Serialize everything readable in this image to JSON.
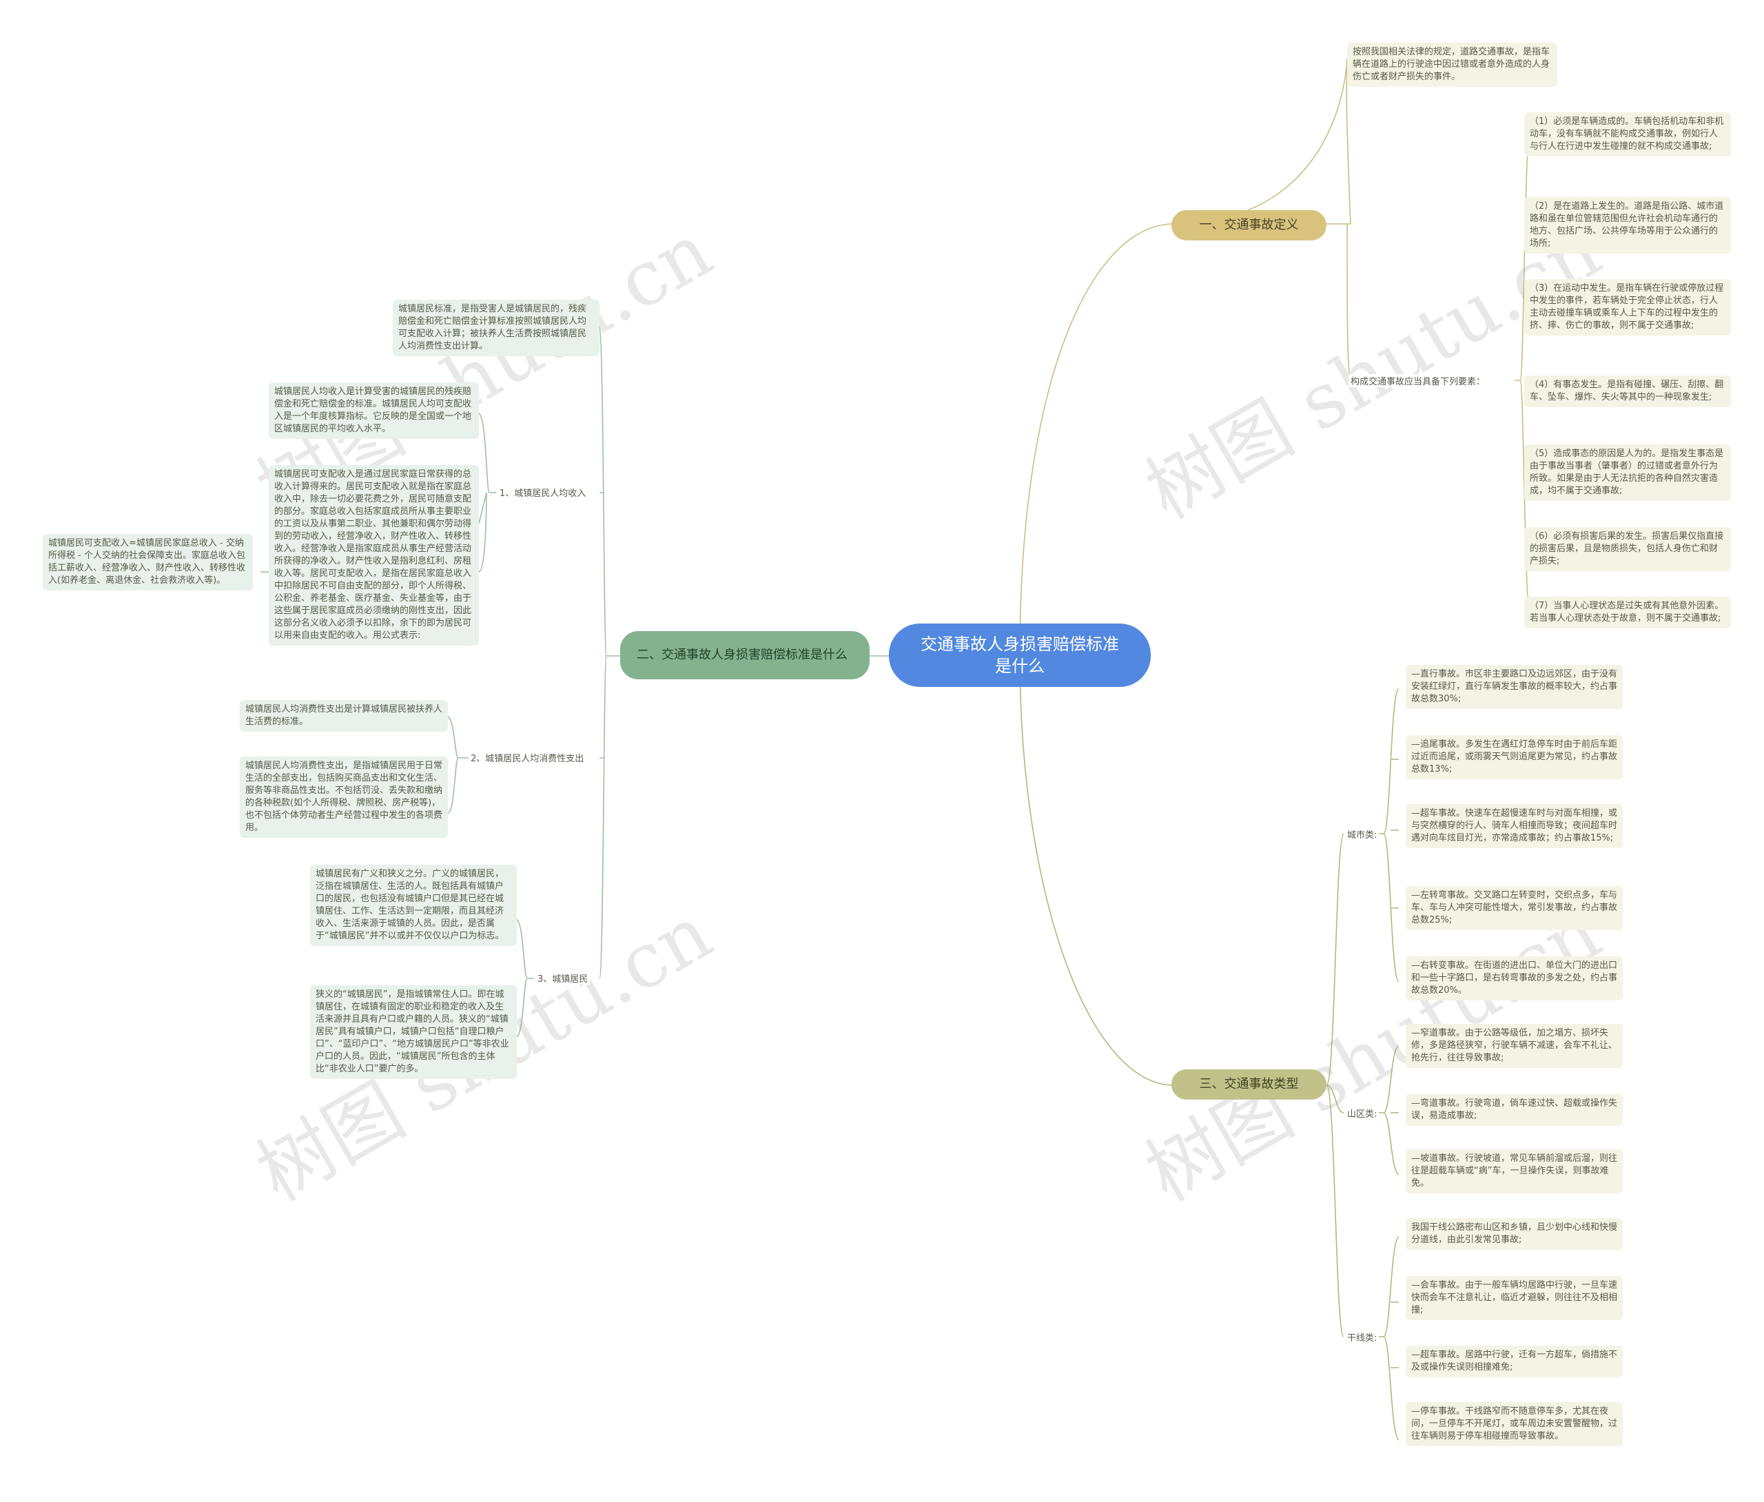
{
  "root": {
    "text": "交通事故人身损害赔偿标准是什么"
  },
  "watermark": "树图 shutu.cn",
  "colors": {
    "root": "#5288df",
    "branch_gold": "#d9c37c",
    "branch_olive": "#c0c28a",
    "branch_green": "#85b28e",
    "link_right": "#cbbd82",
    "link_left": "#9cc0a2"
  },
  "branches": {
    "definition": {
      "title": "一、交通事故定义",
      "intro": "按照我国相关法律的规定，道路交通事故，是指车辆在道路上的行驶途中因过错或者意外造成的人身伤亡或者财产损失的事件。",
      "elements_label": "构成交通事故应当具备下列要素：",
      "elements": [
        "（1）必须是车辆造成的。车辆包括机动车和非机动车，没有车辆就不能构成交通事故，例如行人与行人在行进中发生碰撞的就不构成交通事故;",
        "（2）是在道路上发生的。道路是指公路、城市道路和虽在单位管辖范围但允许社会机动车通行的地方、包括广场、公共停车场等用于公众通行的场所;",
        "（3）在运动中发生。是指车辆在行驶或停放过程中发生的事件，若车辆处于完全停止状态，行人主动去碰撞车辆或乘车人上下车的过程中发生的挤、摔、伤亡的事故，则不属于交通事故;",
        "（4）有事态发生。是指有碰撞、碾压、刮擦、翻车、坠车、爆炸、失火等其中的一种现象发生;",
        "（5）造成事态的原因是人为的。是指发生事态是由于事故当事者（肇事者）的过错或者意外行为所致。如果是由于人无法抗拒的各种自然灾害造成，均不属于交通事故;",
        "（6）必须有损害后果的发生。损害后果仅指直接的损害后果，且是物质损失，包括人身伤亡和财产损失;",
        "（7）当事人心理状态是过失或有其他意外因素。若当事人心理状态处于故意，则不属于交通事故;"
      ]
    },
    "types": {
      "title": "三、交通事故类型",
      "groups": [
        {
          "label": "城市类:",
          "items": [
            "—直行事故。市区非主要路口及边远郊区，由于没有安装红绿灯，直行车辆发生事故的概率较大，约占事故总数30%;",
            "—追尾事故。多发生在遇红灯急停车时由于前后车距过近而追尾，或雨雾天气则追尾更为常见，约占事故总数13%;",
            "—超车事故。快速车在超慢速车时与对面车相撞，或与突然横穿的行人、骑车人相撞而导致；夜间超车时遇对向车炫目灯光，亦常造成事故；约占事故15%;",
            "—左转弯事故。交叉路口左转变时，交织点多，车与车、车与人冲突可能性增大，常引发事故，约占事故总数25%;",
            "—右转变事故。在街道的进出口、单位大门的进出口和一些十字路口，是右转弯事故的多发之处，约占事故总数20%。"
          ]
        },
        {
          "label": "山区类:",
          "items": [
            "—窄道事故。由于公路等级低，加之塌方、损坏失修，多是路径狭窄，行驶车辆不减速，会车不礼让、抢先行，往往导致事故;",
            "—弯道事故。行驶弯道，倘车速过快、超载或操作失误，易造成事故;",
            "—坡道事故。行驶坡道，常见车辆前溜或后溜，则往往是超载车辆或“病”车，一旦操作失误，则事故难免。"
          ]
        },
        {
          "label": "干线类:",
          "items": [
            "我国干线公路密布山区和乡镇，且少划中心线和快慢分道线，由此引发常见事故;",
            "—会车事故。由于一般车辆均居路中行驶，一旦车速快而会车不注意礼让，临近才避躲，则往往不及相相撞;",
            "—超车事故。居路中行驶，迁有一方超车，倘措施不及或操作失误则相撞难免;",
            "—停车事故。干线路窄而不随意停车多，尤其在夜间，一旦停车不开尾灯，或车周边未安置警醒物，过往车辆则易于停车相碰撞而导致事故。"
          ]
        }
      ]
    },
    "standards": {
      "title": "二、交通事故人身损害赔偿标准是什么",
      "top_note": "城镇居民标准，是指受害人是城镇居民的，残疾赔偿金和死亡赔偿金计算标准按照城镇居民人均可支配收入计算；被扶养人生活费按照城镇居民人均消费性支出计算。",
      "sub1": {
        "label": "1、城镇居民人均收入",
        "items": [
          "城镇居民人均收入是计算受害的城镇居民的残疾赔偿金和死亡赔偿金的标准。城镇居民人均可支配收入是一个年度核算指标。它反映的是全国或一个地区城镇居民的平均收入水平。",
          "城镇居民可支配收入是通过居民家庭日常获得的总收入计算得来的。居民可支配收入就是指在家庭总收入中，除去一切必要花费之外，居民可随意支配的部分。家庭总收入包括家庭成员所从事主要职业的工资以及从事第二职业、其他兼职和偶尔劳动得到的劳动收入，经营净收入，财产性收入、转移性收入。经营净收入是指家庭成员从事生产经营活动所获得的净收入。财产性收入是指利息红利、房租收入等。居民可支配收入，是指在居民家庭总收入中扣除居民不可自由支配的部分，即个人所得税、公积金、养老基金、医疗基金、失业基金等，由于这些属于居民家庭成员必须缴纳的刚性支出，因此这部分名义收入必须予以扣除，余下的即为居民可以用来自由支配的收入。用公式表示:"
        ],
        "formula": "城镇居民可支配收入=城镇居民家庭总收入 - 交纳所得税 - 个人交纳的社会保障支出。家庭总收入包括工薪收入、经营净收入、财产性收入、转移性收入(如养老金、离退休金、社会救济收入等)。"
      },
      "sub2": {
        "label": "2、城镇居民人均消费性支出",
        "items": [
          "城镇居民人均消费性支出是计算城镇居民被扶养人生活费的标准。",
          "城镇居民人均消费性支出，是指城镇居民用于日常生活的全部支出，包括购买商品支出和文化生活、服务等非商品性支出。不包括罚没、丢失款和缴纳的各种税款(如个人所得税、牌照税、房产税等)，也不包括个体劳动者生产经营过程中发生的各项费用。"
        ]
      },
      "sub3": {
        "label": "3、城镇居民",
        "items": [
          "城镇居民有广义和狭义之分。广义的城镇居民，泛指在城镇居住、生活的人。既包括具有城镇户口的居民，也包括没有城镇户口但是其已经在城镇居住、工作、生活达到一定期限，而且其经济收入、生活来源于城镇的人员。因此，是否属于“城镇居民”并不以或并不仅仅以户口为标志。",
          "狭义的“城镇居民”，是指城镇常住人口。即在城镇居住，在城镇有固定的职业和稳定的收入及生活来源并且具有户口或户籍的人员。狭义的“城镇居民”具有城镇户口，城镇户口包括“自理口粮户口”、“蓝印户口”、“地方城镇居民户口”等非农业户口的人员。因此，“城镇居民”所包含的主体比“非农业人口”要广的多。"
        ]
      }
    }
  }
}
